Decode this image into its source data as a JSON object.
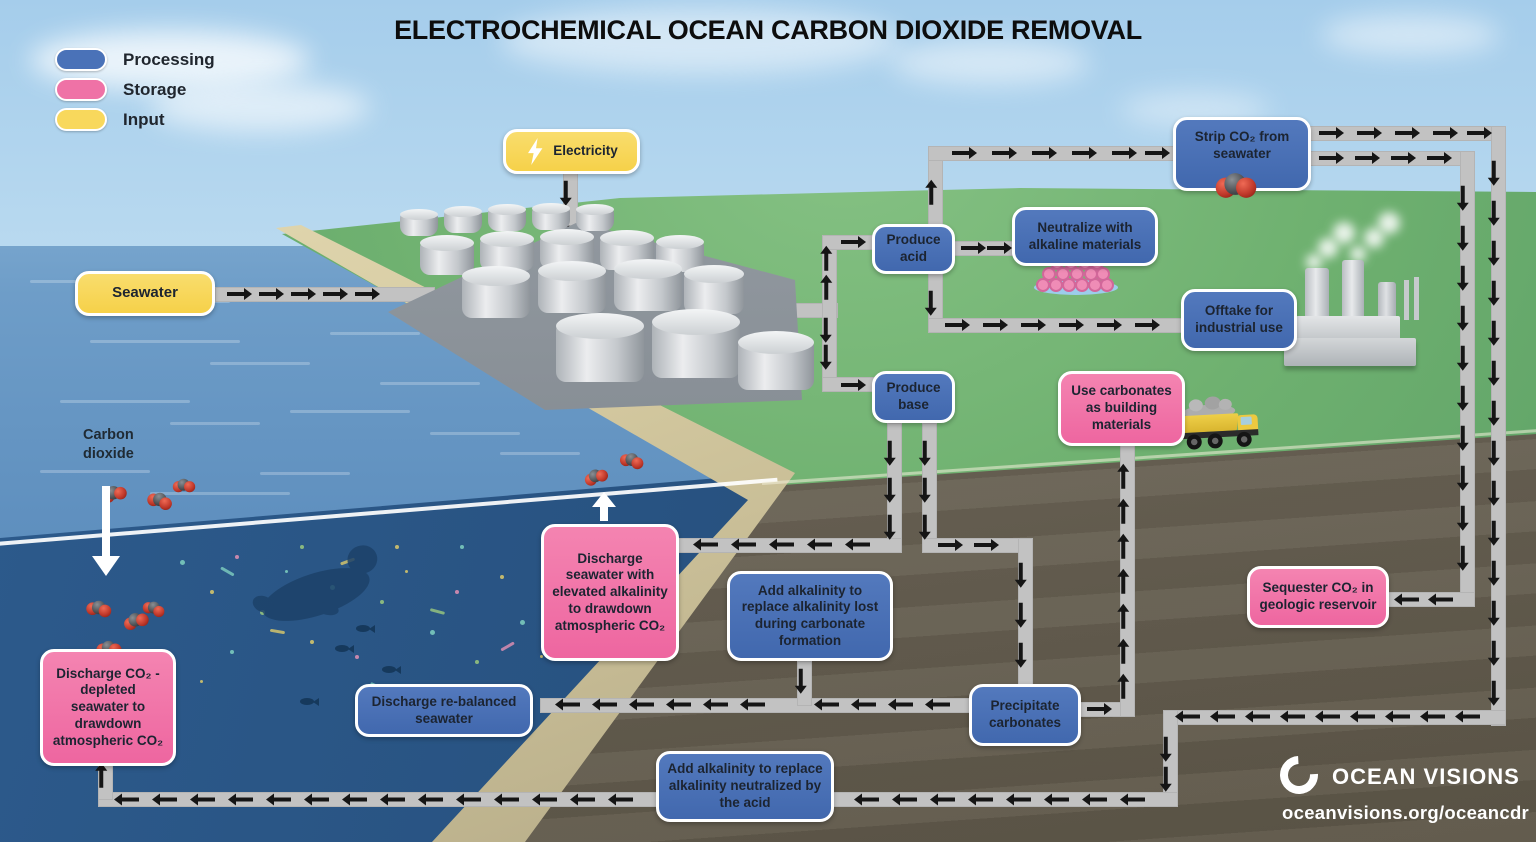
{
  "title": "ELECTROCHEMICAL OCEAN CARBON DIOXIDE REMOVAL",
  "legend": {
    "items": [
      {
        "label": "Processing",
        "color": "#4a72b8"
      },
      {
        "label": "Storage",
        "color": "#ef72a6"
      },
      {
        "label": "Input",
        "color": "#f8d85c"
      }
    ]
  },
  "nodes": {
    "electricity": {
      "label": "Electricity",
      "type": "input"
    },
    "seawater": {
      "label": "Seawater",
      "type": "input"
    },
    "strip_co2": {
      "label": "Strip CO₂ from seawater",
      "type": "processing"
    },
    "produce_acid": {
      "label": "Produce acid",
      "type": "processing"
    },
    "neutralize": {
      "label": "Neutralize with alkaline materials",
      "type": "processing"
    },
    "offtake": {
      "label": "Offtake for industrial use",
      "type": "processing"
    },
    "produce_base": {
      "label": "Produce base",
      "type": "processing"
    },
    "use_carbonates": {
      "label": "Use carbonates as building materials",
      "type": "storage"
    },
    "carbon_dioxide": {
      "label": "Carbon dioxide"
    },
    "discharge_elevated": {
      "label": "Discharge seawater with elevated alkalinity to drawdown atmospheric CO₂",
      "type": "storage"
    },
    "add_alkalinity_carbonate": {
      "label": "Add alkalinity to replace alkalinity lost during carbonate formation",
      "type": "processing"
    },
    "discharge_rebalanced": {
      "label": "Discharge re-balanced seawater",
      "type": "processing"
    },
    "discharge_depleted": {
      "label": "Discharge CO₂ -depleted seawater to drawdown atmospheric CO₂",
      "type": "storage"
    },
    "precipitate": {
      "label": "Precipitate carbonates",
      "type": "processing"
    },
    "sequester": {
      "label": "Sequester CO₂ in geologic reservoir",
      "type": "storage"
    },
    "add_alkalinity_acid": {
      "label": "Add alkalinity to replace alkalinity neutralized by the acid",
      "type": "processing"
    }
  },
  "icons": {
    "electricity": "lightning-icon",
    "strip_co2": "co2-molecule-icon",
    "neutralize": "alkaline-minerals-icon",
    "offtake": "factory-illustration",
    "use_carbonates": "dump-truck-illustration",
    "brand": "ocean-visions-swirl-icon"
  },
  "colors": {
    "processing": "#4a72b8",
    "storage": "#ef72a6",
    "input": "#f8d85c",
    "pipe": "#c2c2c2",
    "arrow": "#151515"
  },
  "footer": {
    "brand": "OCEAN VISIONS",
    "url": "oceanvisions.org/oceancdr"
  }
}
